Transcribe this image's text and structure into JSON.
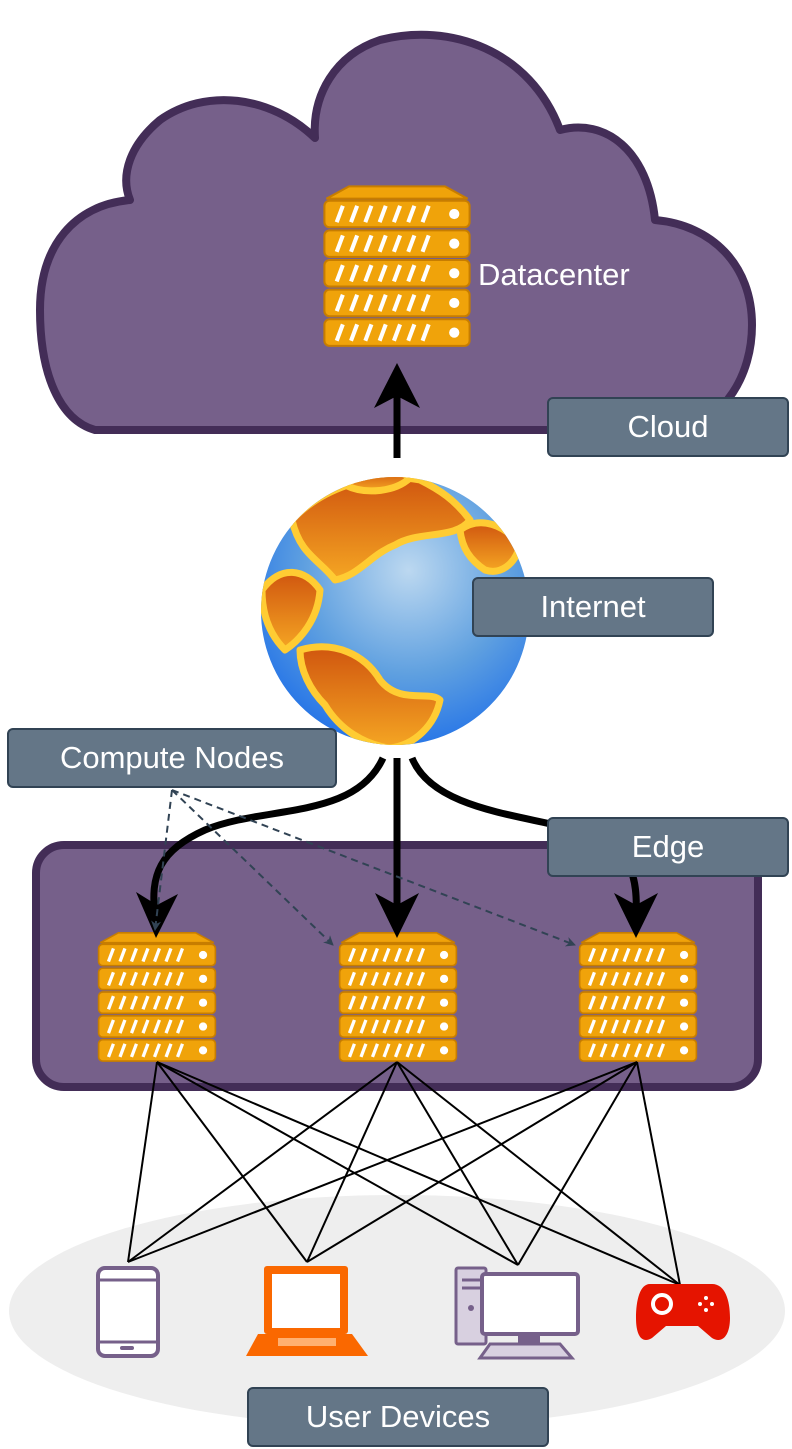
{
  "labels": {
    "datacenter": "Datacenter",
    "cloud": "Cloud",
    "internet": "Internet",
    "compute_nodes": "Compute Nodes",
    "edge": "Edge",
    "user_devices": "User Devices"
  },
  "colors": {
    "cloud_fill": "#76608a",
    "cloud_stroke": "#432d57",
    "edge_fill": "#76608a",
    "edge_stroke": "#432d57",
    "tag_fill": "#647687",
    "tag_stroke": "#314354",
    "server_fill": "#f0a30a",
    "server_stroke": "#c77d00",
    "user_devices_area": "#eeeeee",
    "tablet": "#76608a",
    "laptop": "#fa6800",
    "desktop": "#76608a",
    "gamepad": "#e51400"
  },
  "icons": {
    "datacenter": "server-rack-icon",
    "internet": "globe-icon",
    "edge_servers": "server-rack-icon",
    "devices": [
      "tablet-icon",
      "laptop-icon",
      "desktop-computer-icon",
      "gamepad-icon"
    ]
  }
}
